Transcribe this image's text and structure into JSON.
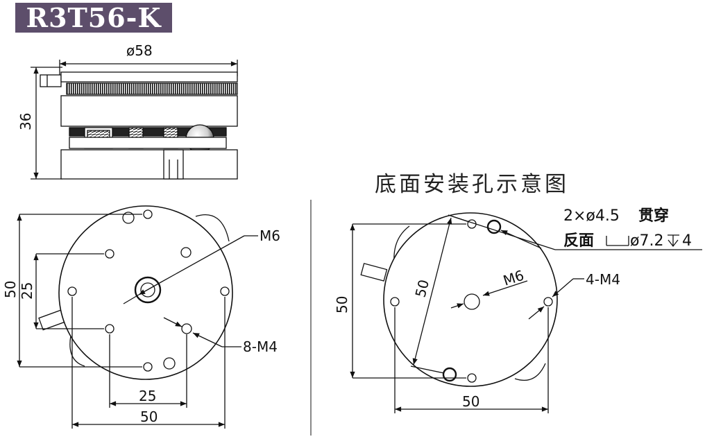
{
  "model_badge": {
    "text": "R3T56-K",
    "bg_color": "#5d4e6b",
    "text_color": "#ffffff"
  },
  "side_view": {
    "dim_diameter": "ø58",
    "dim_height": "36"
  },
  "top_view": {
    "dim_height_outer": "50",
    "dim_height_inner": "25",
    "dim_width_inner": "25",
    "dim_width_outer": "50",
    "label_center_thread": "M6",
    "label_holes": "8-M4"
  },
  "bottom_view": {
    "caption": "底面安装孔示意图",
    "note_line1_a": "2×ø4.5",
    "note_line1_b": "贯穿",
    "note_line2_a": "反面",
    "note_line2_b": "ø7.2",
    "note_line2_c": "4",
    "dim_diagonal": "50",
    "label_center_thread": "M6",
    "label_holes": "4-M4",
    "dim_height": "50",
    "dim_width": "50"
  }
}
